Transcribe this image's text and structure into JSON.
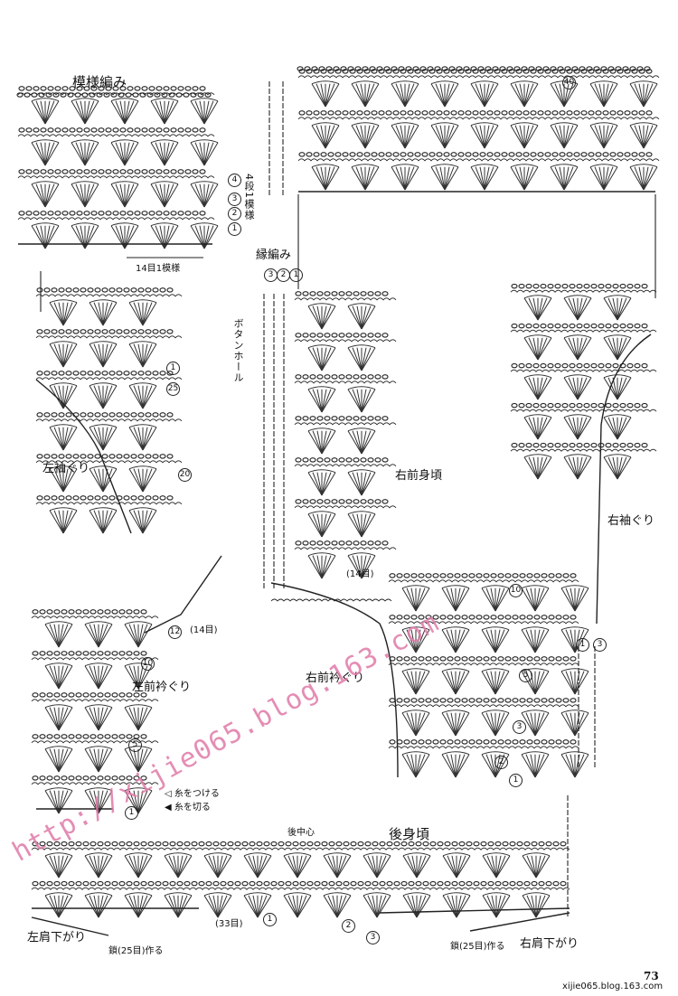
{
  "labels": {
    "pattern_title": "模様編み",
    "pattern_repeat": "14目1模様",
    "rows_per_repeat": "4段1模様",
    "edging_title": "縁編み",
    "buttonhole": "ボタンホール",
    "left_armhole": "左袖ぐり",
    "right_front": "右前身頃",
    "right_armhole": "右袖ぐり",
    "left_front_neck": "左前衿ぐり",
    "right_front_neck": "右前衿ぐり",
    "back_center": "後中心",
    "back_body": "後身頃",
    "left_shoulder": "左肩下がり",
    "right_shoulder": "右肩下がり",
    "chain_left": "鎖(25目)作る",
    "chain_right": "鎖(25目)作る",
    "st14": "(14目)",
    "st14b": "(14目)",
    "st33": "(33目)",
    "legend_attach": "糸をつける",
    "legend_cut": "糸を切る",
    "page_number": "73",
    "source": "xijie065.blog.163.com",
    "watermark": "http://xijie065.blog.163.com"
  },
  "row_markers": {
    "pattern": [
      "4",
      "3",
      "2",
      "1"
    ],
    "edging": [
      "3",
      "2",
      "1"
    ],
    "left_armhole": [
      "1",
      "25",
      "20"
    ],
    "left_front": [
      "12",
      "10",
      "5",
      "1"
    ],
    "right_front": [
      "10",
      "5",
      "3",
      "2",
      "1"
    ],
    "right_side": [
      "1",
      "3"
    ],
    "back": [
      "1",
      "2",
      "3"
    ],
    "top_panel": [
      "40"
    ]
  },
  "colors": {
    "ink": "#222222",
    "watermark": "#e07aa8"
  }
}
